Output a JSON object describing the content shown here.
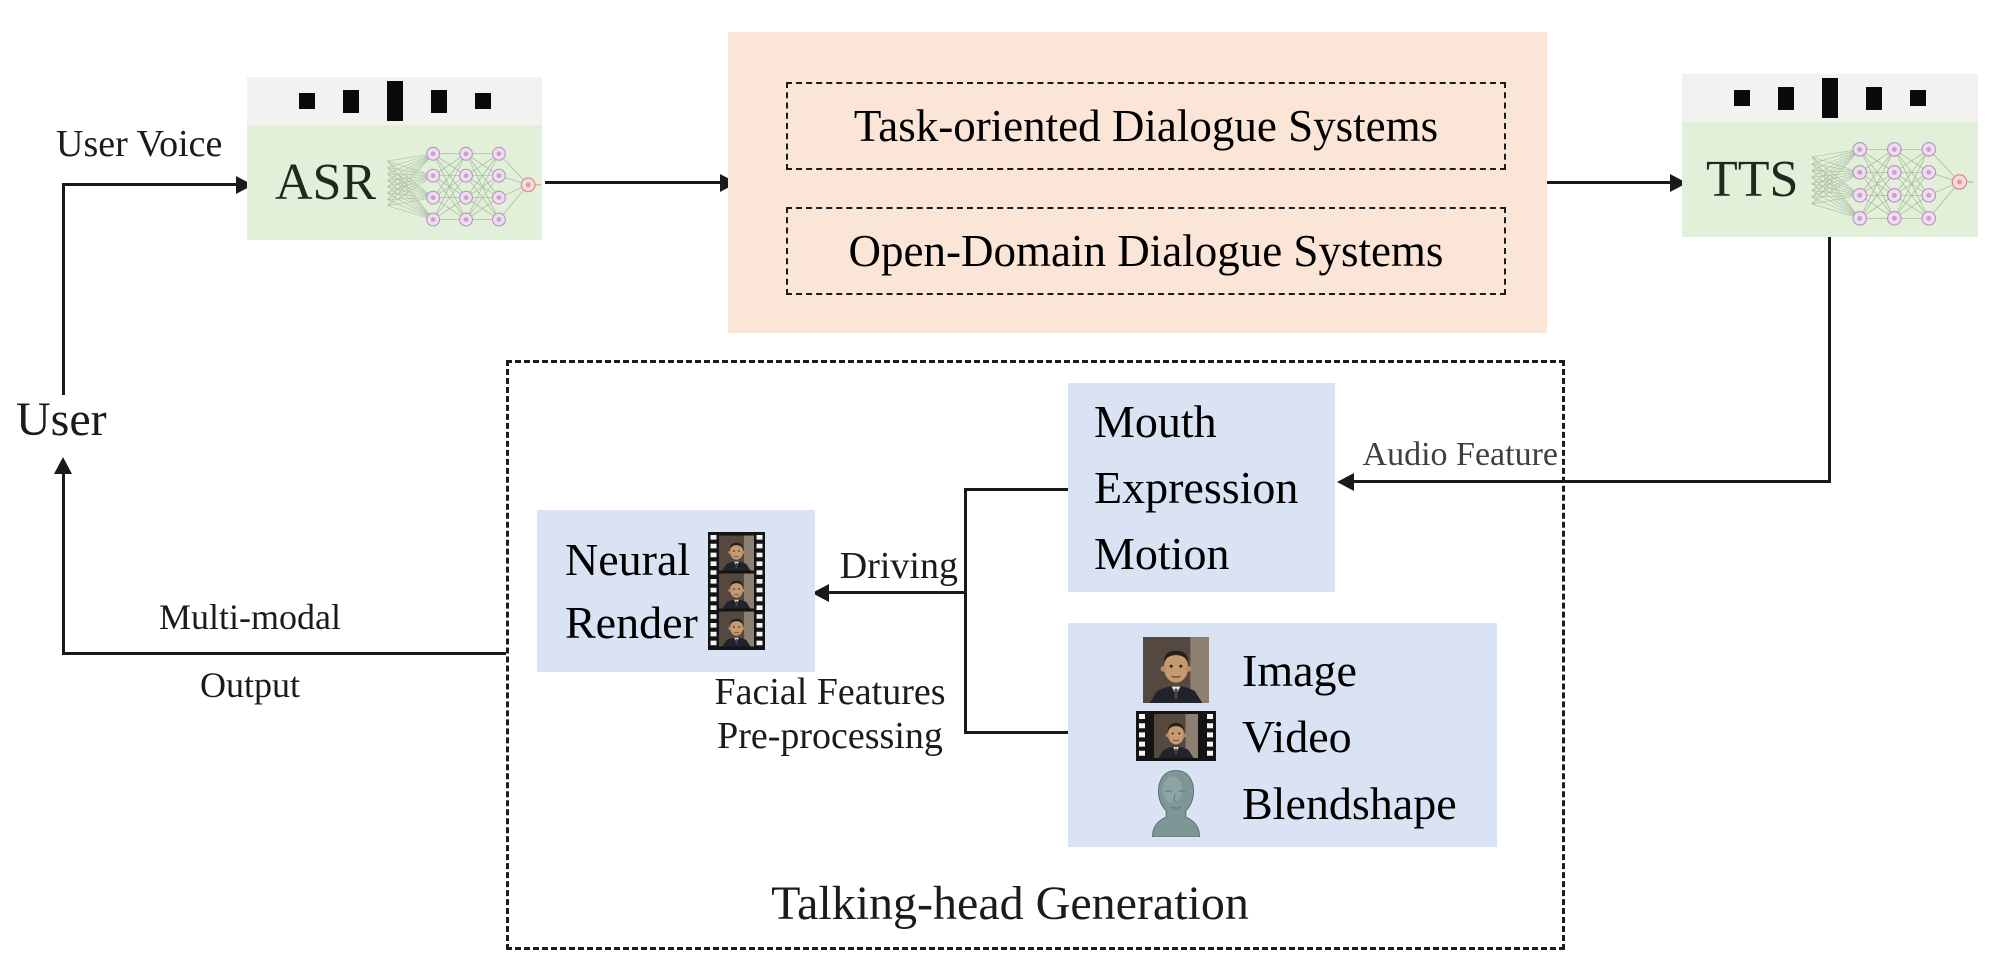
{
  "figure": {
    "user": "User",
    "labels": {
      "user_voice": "User Voice",
      "multi_modal_line1": "Multi-modal",
      "multi_modal_line2": "Output",
      "audio_feature": "Audio Feature",
      "driving": "Driving",
      "facial_features_line1": "Facial Features",
      "facial_features_line2": "Pre-processing"
    },
    "asr": {
      "label": "ASR",
      "icon": "neural-network"
    },
    "tts": {
      "label": "TTS",
      "icon": "neural-network"
    },
    "dialogue": {
      "task_oriented": "Task-oriented Dialogue Systems",
      "open_domain": "Open-Domain Dialogue Systems"
    },
    "talking_head": {
      "title": "Talking-head Generation",
      "motion_box": {
        "lines": [
          "Mouth",
          "Expression",
          "Motion"
        ]
      },
      "neural_render": {
        "lines": [
          "Neural",
          "Render"
        ],
        "icon": "film-strip-vertical"
      },
      "inputs": [
        {
          "icon": "portrait-photo",
          "label": "Image"
        },
        {
          "icon": "film-strip",
          "label": "Video"
        },
        {
          "icon": "head-3d-model",
          "label": "Blendshape"
        }
      ]
    },
    "colors": {
      "asr_tts_box": "#e2f0d9",
      "dialogue_box": "#fbe5d6",
      "blue_box": "#dae3f3",
      "line": "#1a1a1a",
      "text": "#1b1b1b",
      "muted_text": "#3f3f3f",
      "soundwave": "#0a0a0a",
      "soundwave_band": "#f2f2f1"
    }
  }
}
